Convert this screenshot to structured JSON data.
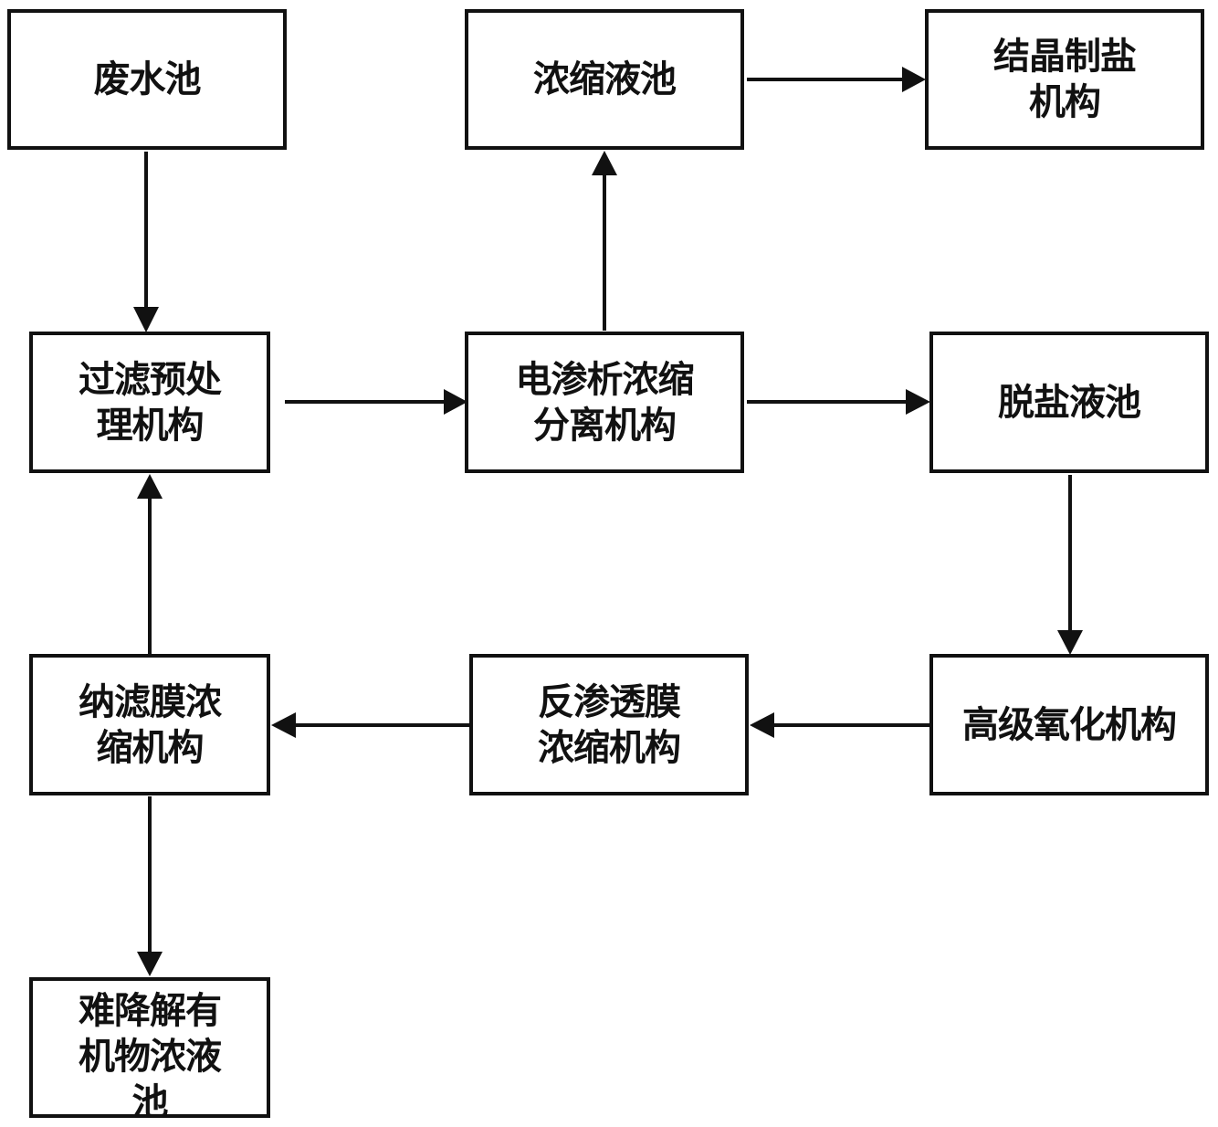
{
  "diagram": {
    "nodes": {
      "wastewater_pool": "废水池",
      "filter_pretreatment": "过滤预处\n理机构",
      "nanofiltration": "纳滤膜浓\n缩机构",
      "organic_concentrate_pool": "难降解有\n机物浓液\n池",
      "concentrate_pool": "浓缩液池",
      "electrodialysis": "电渗析浓缩\n分离机构",
      "reverse_osmosis": "反渗透膜\n浓缩机构",
      "crystallization": "结晶制盐\n机构",
      "desalted_pool": "脱盐液池",
      "advanced_oxidation": "高级氧化机构"
    },
    "edges": [
      {
        "from": "wastewater_pool",
        "to": "filter_pretreatment"
      },
      {
        "from": "filter_pretreatment",
        "to": "electrodialysis"
      },
      {
        "from": "electrodialysis",
        "to": "concentrate_pool"
      },
      {
        "from": "concentrate_pool",
        "to": "crystallization"
      },
      {
        "from": "electrodialysis",
        "to": "desalted_pool"
      },
      {
        "from": "desalted_pool",
        "to": "advanced_oxidation"
      },
      {
        "from": "advanced_oxidation",
        "to": "reverse_osmosis"
      },
      {
        "from": "reverse_osmosis",
        "to": "nanofiltration"
      },
      {
        "from": "nanofiltration",
        "to": "filter_pretreatment"
      },
      {
        "from": "nanofiltration",
        "to": "organic_concentrate_pool"
      }
    ],
    "colors": {
      "stroke": "#111111",
      "background": "#ffffff"
    }
  }
}
